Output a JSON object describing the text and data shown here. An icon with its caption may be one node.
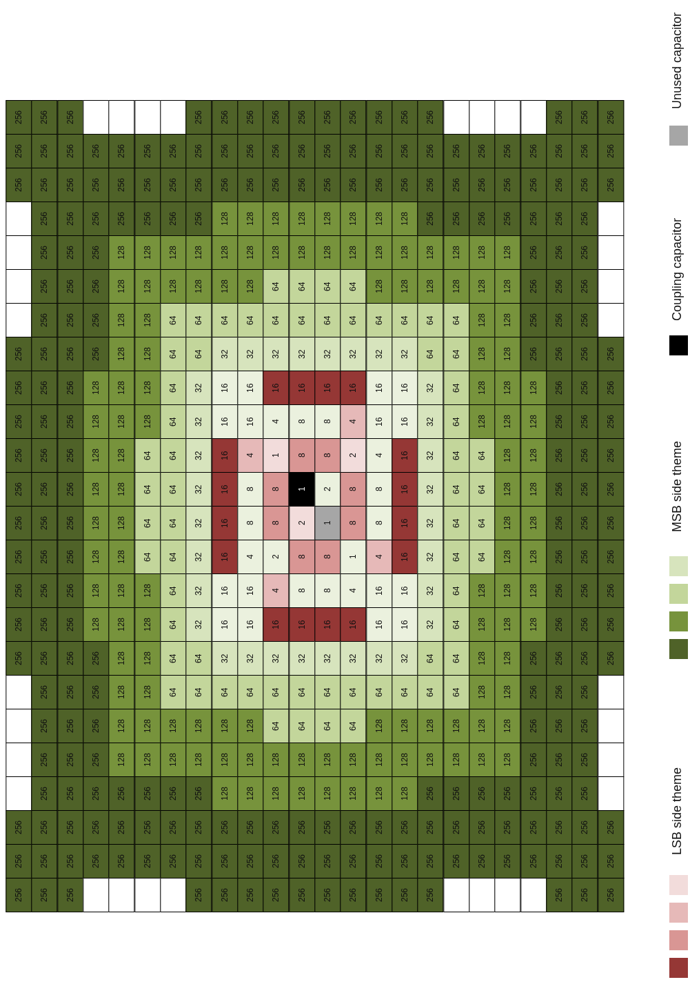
{
  "diagram": {
    "labels": [
      "256",
      "256",
      "256",
      "256",
      "256",
      "256",
      "256",
      "256",
      "256",
      "256",
      "256",
      "256",
      "256",
      "256",
      "256",
      "256",
      "256",
      "256",
      "256",
      "256",
      "256",
      "256",
      "256",
      "256",
      "256",
      "256",
      "256",
      "256",
      "256",
      "256",
      "256",
      "256",
      "256",
      "256",
      "256",
      "256",
      "256",
      "256",
      "256",
      "256",
      "256",
      "256",
      "256",
      "256",
      "256",
      "256",
      "256",
      "256",
      "256",
      "256",
      "256",
      "256",
      "256",
      "256",
      "256",
      "256",
      "256",
      "256",
      "256",
      "256",
      "256",
      "256",
      "256",
      "256",
      "256",
      "256",
      "256",
      "256",
      "256",
      "256",
      "256",
      "128",
      "128",
      "128",
      "128",
      "128",
      "128",
      "128",
      "128",
      "256",
      "256",
      "256",
      "256",
      "256",
      "256",
      "256",
      "256",
      "256",
      "256",
      "128",
      "128",
      "128",
      "128",
      "128",
      "128",
      "128",
      "128",
      "128",
      "128",
      "128",
      "128",
      "128",
      "128",
      "128",
      "128",
      "256",
      "256",
      "256",
      "256",
      "256",
      "256",
      "128",
      "128",
      "128",
      "128",
      "128",
      "128",
      "64",
      "64",
      "64",
      "64",
      "128",
      "128",
      "128",
      "128",
      "128",
      "128",
      "256",
      "256",
      "256",
      "256",
      "256",
      "256",
      "128",
      "128",
      "64",
      "64",
      "64",
      "64",
      "64",
      "64",
      "64",
      "64",
      "64",
      "64",
      "64",
      "64",
      "128",
      "128",
      "256",
      "256",
      "256",
      "256",
      "256",
      "256",
      "256",
      "128",
      "128",
      "64",
      "64",
      "32",
      "32",
      "32",
      "32",
      "32",
      "32",
      "32",
      "32",
      "64",
      "64",
      "128",
      "128",
      "256",
      "256",
      "256",
      "256",
      "256",
      "256",
      "256",
      "128",
      "128",
      "128",
      "64",
      "32",
      "16",
      "16",
      "16",
      "16",
      "16",
      "16",
      "16",
      "16",
      "32",
      "64",
      "128",
      "128",
      "128",
      "256",
      "256",
      "256",
      "256",
      "256",
      "256",
      "128",
      "128",
      "128",
      "64",
      "32",
      "16",
      "16",
      "4",
      "8",
      "8",
      "4",
      "16",
      "16",
      "32",
      "64",
      "128",
      "128",
      "128",
      "256",
      "256",
      "256",
      "256",
      "256",
      "256",
      "128",
      "128",
      "64",
      "64",
      "32",
      "16",
      "4",
      "1",
      "8",
      "8",
      "2",
      "4",
      "16",
      "32",
      "64",
      "64",
      "128",
      "128",
      "256",
      "256",
      "256",
      "256",
      "256",
      "256",
      "128",
      "128",
      "64",
      "64",
      "32",
      "16",
      "8",
      "8",
      "1",
      "2",
      "8",
      "8",
      "16",
      "32",
      "64",
      "64",
      "128",
      "128",
      "256",
      "256",
      "256",
      "256",
      "256",
      "256",
      "128",
      "128",
      "64",
      "64",
      "32",
      "16",
      "8",
      "8",
      "2",
      "1",
      "8",
      "8",
      "16",
      "32",
      "64",
      "64",
      "128",
      "128",
      "256",
      "256",
      "256",
      "256",
      "256",
      "256",
      "128",
      "128",
      "64",
      "64",
      "32",
      "16",
      "4",
      "2",
      "8",
      "8",
      "1",
      "4",
      "16",
      "32",
      "64",
      "64",
      "128",
      "128",
      "256",
      "256",
      "256",
      "256",
      "256",
      "256",
      "128",
      "128",
      "128",
      "64",
      "32",
      "16",
      "16",
      "4",
      "8",
      "8",
      "4",
      "16",
      "16",
      "32",
      "64",
      "128",
      "128",
      "128",
      "256",
      "256",
      "256",
      "256",
      "256",
      "256",
      "128",
      "128",
      "128",
      "64",
      "32",
      "16",
      "16",
      "16",
      "16",
      "16",
      "16",
      "16",
      "16",
      "32",
      "64",
      "128",
      "128",
      "128",
      "256",
      "256",
      "256",
      "256",
      "256",
      "256",
      "256",
      "128",
      "128",
      "64",
      "64",
      "32",
      "32",
      "32",
      "32",
      "32",
      "32",
      "32",
      "32",
      "64",
      "64",
      "128",
      "128",
      "256",
      "256",
      "256",
      "256",
      "256",
      "256",
      "256",
      "128",
      "128",
      "64",
      "64",
      "64",
      "64",
      "64",
      "64",
      "64",
      "64",
      "64",
      "64",
      "64",
      "64",
      "128",
      "128",
      "256",
      "256",
      "256",
      "256",
      "256",
      "256",
      "128",
      "128",
      "128",
      "128",
      "128",
      "128",
      "64",
      "64",
      "64",
      "64",
      "128",
      "128",
      "128",
      "128",
      "128",
      "128",
      "256",
      "256",
      "256",
      "256",
      "256",
      "256",
      "128",
      "128",
      "128",
      "128",
      "128",
      "128",
      "128",
      "128",
      "128",
      "128",
      "128",
      "128",
      "128",
      "128",
      "128",
      "128",
      "256",
      "256",
      "256",
      "256",
      "256",
      "256",
      "256",
      "256",
      "256",
      "256",
      "128",
      "128",
      "128",
      "128",
      "128",
      "128",
      "128",
      "128",
      "256",
      "256",
      "256",
      "256",
      "256",
      "256",
      "256",
      "256",
      "256",
      "256",
      "256",
      "256",
      "256",
      "256",
      "256",
      "256",
      "256",
      "256",
      "256",
      "256",
      "256",
      "256",
      "256",
      "256",
      "256",
      "256",
      "256",
      "256",
      "256",
      "256",
      "256",
      "256",
      "256",
      "256",
      "256",
      "256",
      "256",
      "256",
      "256",
      "256",
      "256",
      "256",
      "256",
      "256",
      "256",
      "256",
      "256",
      "256",
      "256",
      "256",
      "256",
      "256",
      "256",
      "256",
      "256",
      "256",
      "256",
      "256",
      "256",
      "256",
      "256",
      "256",
      "256",
      "256",
      "256",
      "256",
      "256",
      "256",
      "256",
      "256",
      "256"
    ],
    "legend": [
      {
        "text": "LSB side theme",
        "color": "#953735"
      },
      {
        "text": "MSB side theme",
        "color": "#4f6228"
      },
      {
        "text": "Coupling capacitor",
        "color": "#000000"
      },
      {
        "text": "Unused capacitor",
        "color": "#a6a6a6"
      }
    ]
  }
}
